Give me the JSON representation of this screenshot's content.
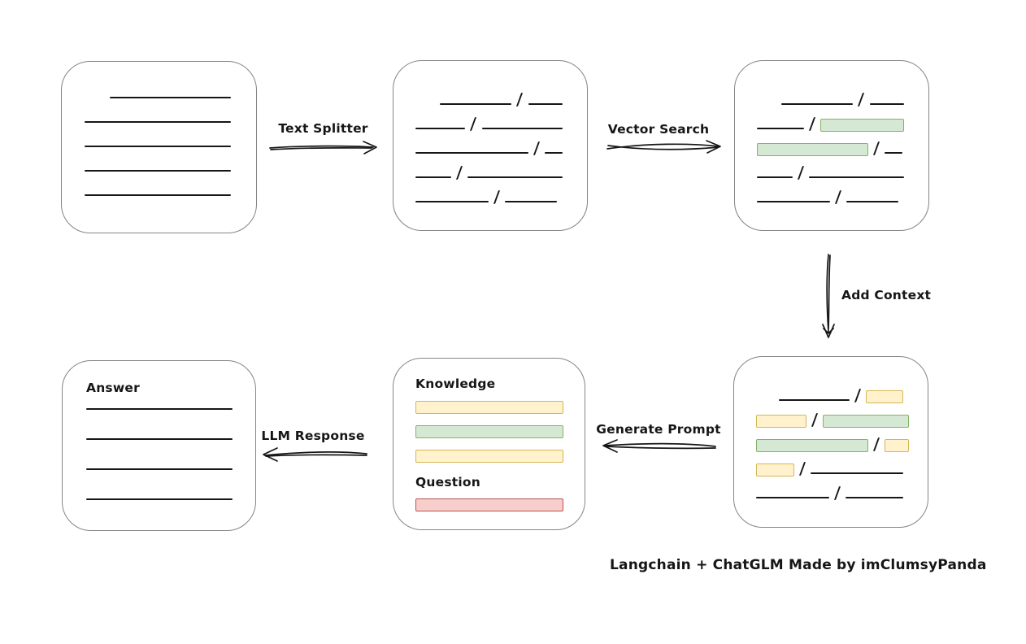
{
  "caption": "Langchain + ChatGLM Made by imClumsyPanda",
  "arrows": {
    "text_splitter": "Text Splitter",
    "vector_search": "Vector Search",
    "add_context": "Add Context",
    "generate_prompt": "Generate Prompt",
    "llm_response": "LLM Response"
  },
  "colors": {
    "line": "#161616",
    "box_border": "#858585",
    "green_fill": "#d5e8d4",
    "green_border": "#82b366",
    "yellow_fill": "#fff2cc",
    "yellow_border": "#d6b656",
    "red_fill": "#f8cecc",
    "red_border": "#b85450"
  },
  "boxes": {
    "document": {
      "lines": [
        149,
        180,
        180,
        180,
        180
      ]
    },
    "chunks": {
      "rows": [
        {
          "indent": 30,
          "segments": [
            {
              "kind": "line",
              "w": 90
            },
            {
              "kind": "slash"
            },
            {
              "kind": "line",
              "w": 43
            }
          ]
        },
        {
          "segments": [
            {
              "kind": "line",
              "w": 63
            },
            {
              "kind": "slash"
            },
            {
              "kind": "line",
              "w": 102
            }
          ]
        },
        {
          "segments": [
            {
              "kind": "line",
              "w": 141
            },
            {
              "kind": "slash"
            },
            {
              "kind": "line",
              "w": 22
            }
          ]
        },
        {
          "segments": [
            {
              "kind": "line",
              "w": 45
            },
            {
              "kind": "slash"
            },
            {
              "kind": "line",
              "w": 119
            }
          ]
        },
        {
          "segments": [
            {
              "kind": "line",
              "w": 90
            },
            {
              "kind": "slash"
            },
            {
              "kind": "line",
              "w": 64
            }
          ]
        }
      ]
    },
    "matched": {
      "rows": [
        {
          "indent": 30,
          "segments": [
            {
              "kind": "line",
              "w": 90
            },
            {
              "kind": "slash"
            },
            {
              "kind": "line",
              "w": 43
            }
          ]
        },
        {
          "segments": [
            {
              "kind": "line",
              "w": 63
            },
            {
              "kind": "slash"
            },
            {
              "kind": "green",
              "w": 103
            }
          ]
        },
        {
          "segments": [
            {
              "kind": "green",
              "w": 137
            },
            {
              "kind": "slash"
            },
            {
              "kind": "line",
              "w": 22
            }
          ]
        },
        {
          "segments": [
            {
              "kind": "line",
              "w": 45
            },
            {
              "kind": "slash"
            },
            {
              "kind": "line",
              "w": 119
            }
          ]
        },
        {
          "segments": [
            {
              "kind": "line",
              "w": 90
            },
            {
              "kind": "slash"
            },
            {
              "kind": "line",
              "w": 64
            }
          ]
        }
      ]
    },
    "context": {
      "rows": [
        {
          "indent": 30,
          "segments": [
            {
              "kind": "line",
              "w": 92
            },
            {
              "kind": "slash"
            },
            {
              "kind": "yellow",
              "w": 46
            }
          ]
        },
        {
          "segments": [
            {
              "kind": "yellow",
              "w": 62
            },
            {
              "kind": "slash"
            },
            {
              "kind": "green",
              "w": 106
            }
          ]
        },
        {
          "segments": [
            {
              "kind": "green",
              "w": 138
            },
            {
              "kind": "slash"
            },
            {
              "kind": "yellow",
              "w": 30
            }
          ]
        },
        {
          "segments": [
            {
              "kind": "yellow",
              "w": 47
            },
            {
              "kind": "slash"
            },
            {
              "kind": "line",
              "w": 118
            }
          ]
        },
        {
          "segments": [
            {
              "kind": "line",
              "w": 90
            },
            {
              "kind": "slash"
            },
            {
              "kind": "line",
              "w": 71
            }
          ]
        }
      ]
    },
    "prompt": {
      "knowledge_label": "Knowledge",
      "question_label": "Question",
      "knowledge_bars": [
        "yellow",
        "green",
        "yellow"
      ],
      "question_bar": "red"
    },
    "answer": {
      "label": "Answer",
      "lines": [
        180,
        180,
        180,
        180
      ]
    }
  }
}
